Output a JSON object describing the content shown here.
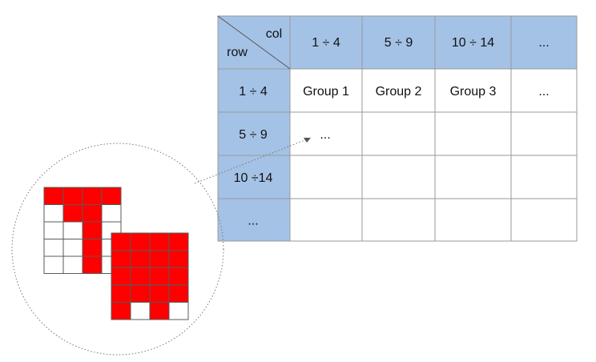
{
  "table": {
    "corner": {
      "col_label": "col",
      "row_label": "row"
    },
    "col_headers": [
      "1 ÷ 4",
      "5 ÷ 9",
      "10 ÷ 14",
      "..."
    ],
    "row_headers": [
      "1 ÷ 4",
      "5 ÷ 9",
      "10 ÷14",
      "..."
    ],
    "cells": [
      [
        "Group 1",
        "Group 2",
        "Group 3",
        "..."
      ],
      [
        "...",
        "",
        "",
        ""
      ],
      [
        "",
        "",
        "",
        ""
      ],
      [
        "",
        "",
        "",
        ""
      ]
    ]
  },
  "colors": {
    "header_fill": "#a4c2e6",
    "cell_fill": "#ffffff",
    "grid_line": "#9a9a9a",
    "pixel_on": "#ff0000",
    "pixel_off": "#ffffff"
  },
  "zoom_inset": {
    "glyph_a": [
      [
        1,
        1,
        1,
        1
      ],
      [
        0,
        1,
        1,
        0
      ],
      [
        0,
        0,
        1,
        0
      ],
      [
        0,
        0,
        1,
        0
      ],
      [
        0,
        0,
        1,
        0
      ]
    ],
    "glyph_b": [
      [
        1,
        1,
        1,
        1
      ],
      [
        1,
        1,
        1,
        1
      ],
      [
        1,
        1,
        1,
        1
      ],
      [
        1,
        1,
        1,
        1
      ],
      [
        1,
        0,
        1,
        0
      ]
    ]
  }
}
